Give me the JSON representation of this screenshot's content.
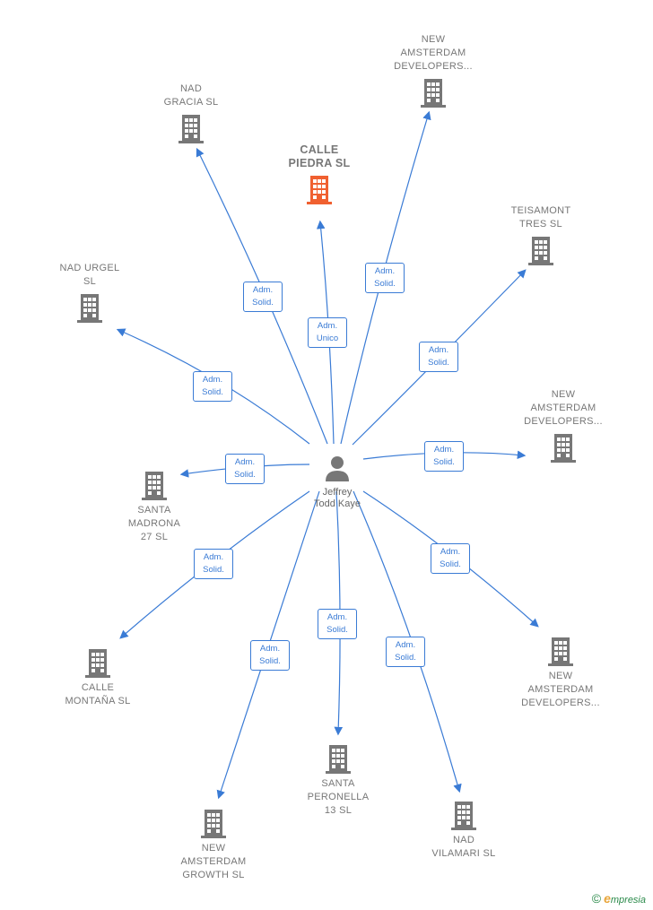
{
  "center": {
    "name": "Jeffrey\nTodd Kaye"
  },
  "main_company": {
    "name": "CALLE\nPIEDRA  SL",
    "color": "#f06030"
  },
  "companies": [
    {
      "id": "nad-gracia",
      "name": "NAD\nGRACIA  SL"
    },
    {
      "id": "nad-urgel",
      "name": "NAD URGEL\nSL"
    },
    {
      "id": "new-amsterdam-developers-1",
      "name": "NEW\nAMSTERDAM\nDEVELOPERS..."
    },
    {
      "id": "teisamont",
      "name": "TEISAMONT\nTRES SL"
    },
    {
      "id": "new-amsterdam-developers-2",
      "name": "NEW\nAMSTERDAM\nDEVELOPERS..."
    },
    {
      "id": "santa-madrona",
      "name": "SANTA\nMADRONA\n27  SL"
    },
    {
      "id": "calle-montana",
      "name": "CALLE\nMONTAÑA  SL"
    },
    {
      "id": "new-amsterdam-developers-3",
      "name": "NEW\nAMSTERDAM\nDEVELOPERS..."
    },
    {
      "id": "santa-peronella",
      "name": "SANTA\nPERONELLA\n13  SL"
    },
    {
      "id": "new-amsterdam-growth",
      "name": "NEW\nAMSTERDAM\nGROWTH  SL"
    },
    {
      "id": "nad-vilamari",
      "name": "NAD\nVILAMARI  SL"
    }
  ],
  "edges": {
    "main": "Adm.\nUnico",
    "nad-gracia": "Adm.\nSolid.",
    "nad-urgel": "Adm.\nSolid.",
    "new-amsterdam-developers-1": "Adm.\nSolid.",
    "teisamont": "Adm.\nSolid.",
    "new-amsterdam-developers-2": "Adm.\nSolid.",
    "santa-madrona": "Adm.\nSolid.",
    "calle-montana": "Adm.\nSolid.",
    "new-amsterdam-developers-3": "Adm.\nSolid.",
    "santa-peronella": "Adm.\nSolid.",
    "new-amsterdam-growth": "Adm.\nSolid.",
    "nad-vilamari": "Adm.\nSolid."
  },
  "colors": {
    "edge": "#3a7bd5",
    "building": "#777777",
    "main_building": "#f06030"
  },
  "footer": {
    "copyright": "©",
    "brand_initial": "e",
    "brand_rest": "mpresia"
  }
}
